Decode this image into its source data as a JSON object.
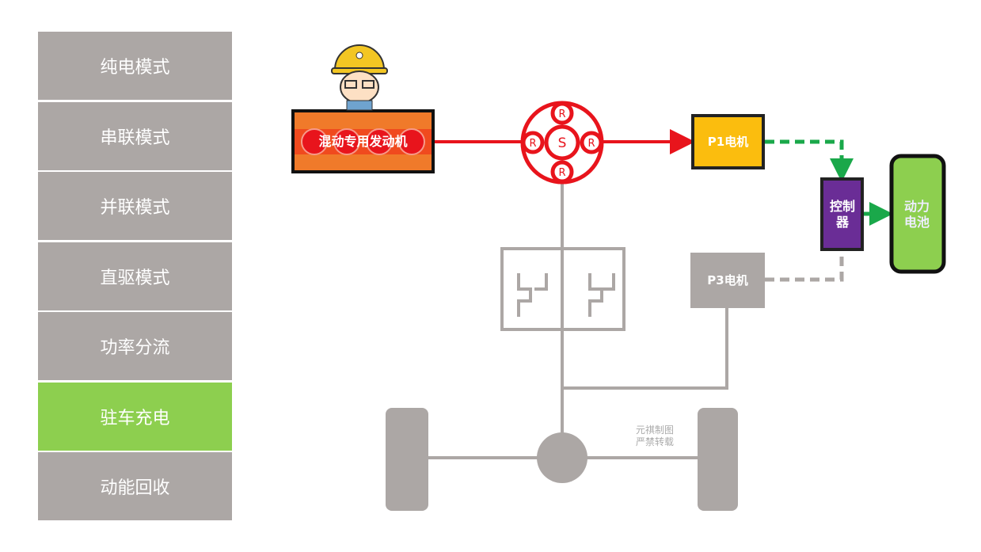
{
  "menu": {
    "items": [
      {
        "label": "纯电模式",
        "active": false
      },
      {
        "label": "串联模式",
        "active": false
      },
      {
        "label": "并联模式",
        "active": false
      },
      {
        "label": "直驱模式",
        "active": false
      },
      {
        "label": "功率分流",
        "active": false
      },
      {
        "label": "驻车充电",
        "active": true
      },
      {
        "label": "动能回收",
        "active": false
      }
    ]
  },
  "diagram": {
    "engine": "混动专用发动机",
    "planetary": {
      "sun": "S",
      "ring": "R"
    },
    "p1": "P1电机",
    "p3": "P3电机",
    "controller": "控制器",
    "battery": "动力电池",
    "watermark": [
      "元祺制图",
      "严禁转载"
    ]
  },
  "colors": {
    "menu": "#aca7a5",
    "active": "#8dcf4f",
    "mech_flow": "#e8141c",
    "elec_flow": "#1aa84a",
    "engine": "#f07a2a",
    "p1": "#fbbd0e",
    "controller": "#6a2d96",
    "battery": "#8dcf4f",
    "idle": "#aca7a5"
  }
}
